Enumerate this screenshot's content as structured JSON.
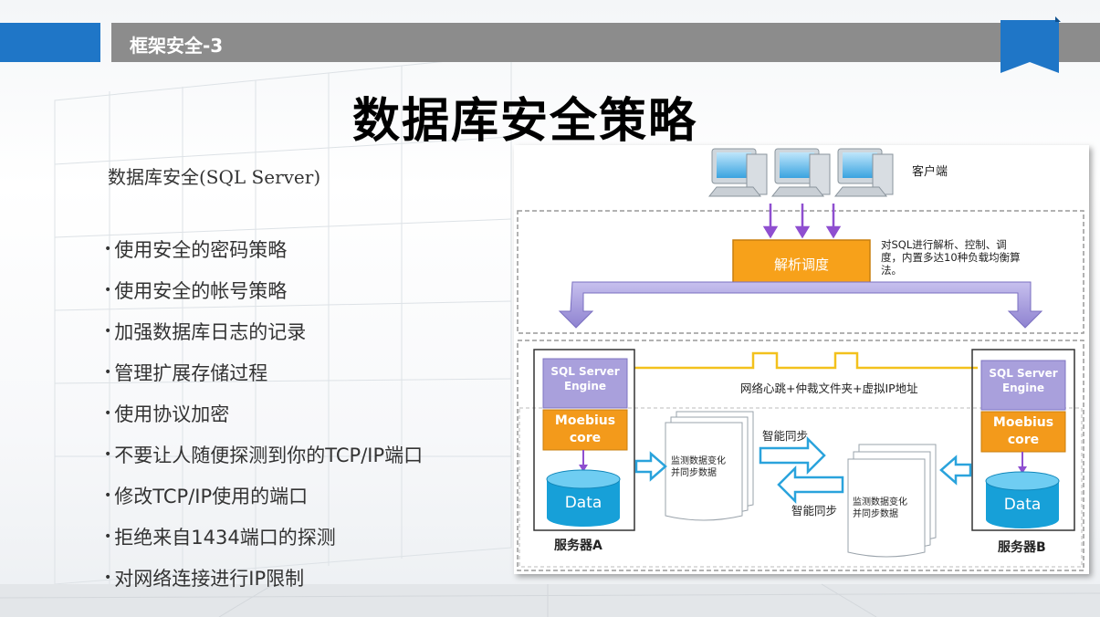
{
  "header": {
    "section_title": "框架安全-3"
  },
  "main": {
    "title": "数据库安全策略",
    "subtitle": "数据库安全(SQL Server)",
    "bullet_symbol": "•",
    "bullets": [
      "使用安全的密码策略",
      "使用安全的帐号策略",
      "加强数据库日志的记录",
      "管理扩展存储过程",
      "使用协议加密",
      "不要让人随便探测到你的TCP/IP端口",
      "修改TCP/IP使用的端口",
      "拒绝来自1434端口的探测",
      "对网络连接进行IP限制"
    ]
  },
  "diagram": {
    "client_label": "客户端",
    "dispatcher_label": "解析调度",
    "dispatcher_note": [
      "对SQL进行解析、控制、调",
      "度，内置多达10种负载均衡算",
      "法。"
    ],
    "heartbeat_label": "网络心跳+仲裁文件夹+虚拟IP地址",
    "engine_label": [
      "SQL Server",
      "Engine"
    ],
    "core_label": [
      "Moebius",
      "core"
    ],
    "data_label": "Data",
    "server_a": "服务器A",
    "server_b": "服务器B",
    "sync_label": "智能同步",
    "doc_label": [
      "监测数据变化",
      "并同步数据"
    ],
    "colors": {
      "dispatcher": "#f7a11a",
      "engine": "#a9a0dc",
      "core": "#f39a1b",
      "data": "#17a0d8",
      "arrow_purple": "#9b8fd6",
      "heartbeat_line": "#f3c11c"
    }
  }
}
